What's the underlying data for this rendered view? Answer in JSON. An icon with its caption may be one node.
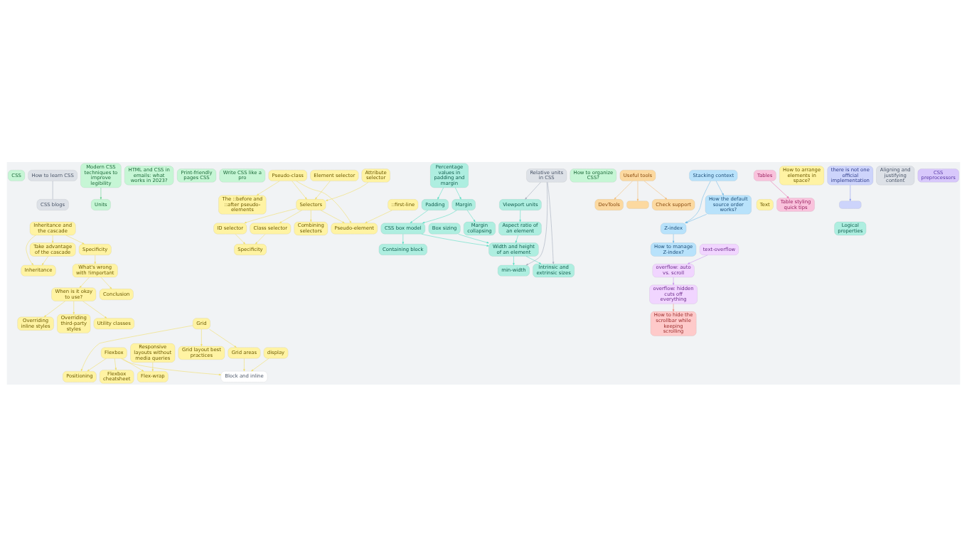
{
  "diagram": {
    "nodes": [
      {
        "text": [
          "CSS"
        ]
      },
      {
        "text": [
          "How to learn CSS"
        ]
      },
      {
        "text": [
          "CSS blogs"
        ]
      },
      {
        "text": [
          "Modern CSS techniques to improve legibility"
        ]
      },
      {
        "text": [
          "Units"
        ]
      },
      {
        "text": [
          "HTML and CSS in emails: what works in 2023?"
        ]
      },
      {
        "text": [
          "Print-friendly pages CSS"
        ]
      },
      {
        "text": [
          "Write CSS like a pro"
        ]
      },
      {
        "text": [
          "How to organize CSS?"
        ]
      },
      {
        "text": [
          "Useful tools"
        ]
      },
      {
        "text": [
          "DevTools"
        ]
      },
      {
        "text": [],
        "shape": "box"
      },
      {
        "text": [
          "Check support"
        ]
      },
      {
        "text": [
          "Inheritance and the cascade"
        ]
      },
      {
        "text": [
          "Take advantage of the cascade"
        ]
      },
      {
        "text": [
          "Inheritance"
        ]
      },
      {
        "text": [
          "Specificity"
        ]
      },
      {
        "text": [
          "What's wrong with !important"
        ]
      },
      {
        "text": [
          "When is it okay to use?"
        ]
      },
      {
        "text": [
          "Overriding inline styles"
        ]
      },
      {
        "text": [
          "Overriding third-party styles"
        ]
      },
      {
        "text": [
          "Utility classes"
        ]
      },
      {
        "text": [
          "Conclusion"
        ]
      },
      {
        "text": [
          "The ::before and ::after pseudo-elements"
        ]
      },
      {
        "text": [
          "Pseudo-class"
        ]
      },
      {
        "text": [
          "Element selector"
        ]
      },
      {
        "text": [
          "Selectors"
        ]
      },
      {
        "text": [
          "ID selector"
        ]
      },
      {
        "text": [
          "Specificity"
        ]
      },
      {
        "text": [
          "Class selector"
        ]
      },
      {
        "text": [
          "Attribute selector"
        ]
      },
      {
        "text": [
          "Combining selectors"
        ]
      },
      {
        "text": [
          "::first-line"
        ]
      },
      {
        "text": [
          "Pseudo-element"
        ]
      },
      {
        "text": [
          "Z-index"
        ]
      },
      {
        "text": [
          "Stacking context"
        ]
      },
      {
        "text": [
          "How to manage Z-index?"
        ]
      },
      {
        "text": [
          "How the default source order works?"
        ]
      },
      {
        "text": [
          "Text"
        ]
      },
      {
        "text": [
          "How to arrange elements in space?"
        ]
      },
      {
        "text": [
          "Flexbox cheatsheet"
        ]
      },
      {
        "text": [
          "Flexbox"
        ]
      },
      {
        "text": [
          "Positioning"
        ]
      },
      {
        "text": [
          "Grid"
        ]
      },
      {
        "text": [
          "Flex-wrap"
        ]
      },
      {
        "text": [
          "Responsive layouts without media queries"
        ]
      },
      {
        "text": [
          "Block and inline"
        ]
      },
      {
        "text": [
          "Grid areas"
        ]
      },
      {
        "text": [
          "Grid layout best practices"
        ]
      },
      {
        "text": [
          "display"
        ]
      },
      {
        "text": [
          "CSS box model"
        ]
      },
      {
        "text": [
          "Containing block"
        ]
      },
      {
        "text": [
          "Padding"
        ]
      },
      {
        "text": [
          "Margin"
        ]
      },
      {
        "text": [
          "Width and height of an element"
        ]
      },
      {
        "text": [
          "min-width"
        ]
      },
      {
        "text": [
          "Intrinsic and extrinsic sizes"
        ]
      },
      {
        "text": [
          "Box sizing"
        ]
      },
      {
        "text": [
          "Percentage values in padding and margin"
        ]
      },
      {
        "text": [
          "Margin collapsing"
        ]
      },
      {
        "text": [
          "Aspect ratio of an element"
        ]
      },
      {
        "text": [
          "Viewport units"
        ]
      },
      {
        "text": [
          "Relative units in CSS"
        ]
      },
      {
        "text": [
          "Logical properties"
        ]
      },
      {
        "text": [
          "Aligning and justifying content"
        ]
      },
      {
        "text": [
          "overflow: auto vs. scroll"
        ]
      },
      {
        "text": [
          "overflow: hidden cuts off everything"
        ]
      },
      {
        "text": [
          "How to hide the scrollbar while keeping scrolling"
        ]
      },
      {
        "text": [
          "text-overflow"
        ]
      },
      {
        "text": [
          "CSS preprocessors"
        ]
      },
      {
        "text": [
          "Tables"
        ]
      },
      {
        "text": [
          "Table styling quick tips"
        ]
      },
      {
        "text": [],
        "shape": "box"
      },
      {
        "text": [
          "there is not one official implementation"
        ]
      }
    ],
    "edges": [
      {
        "from": 1,
        "to": 2,
        "arrow": "none",
        "color": "#a0a8b8"
      },
      {
        "from": 3,
        "to": 4,
        "arrow": "to",
        "color": "#5fd08a"
      },
      {
        "from": 9,
        "to": 10,
        "arrow": "to",
        "color": "#f5b86a"
      },
      {
        "from": 9,
        "to": 11,
        "arrow": "to",
        "color": "#f5b86a"
      },
      {
        "from": 9,
        "to": 12,
        "arrow": "to",
        "color": "#f5b86a"
      },
      {
        "from": 13,
        "to": 14,
        "arrow": "to"
      },
      {
        "from": 13,
        "to": 15,
        "arrow": "to"
      },
      {
        "from": 14,
        "to": 15,
        "arrow": "to"
      },
      {
        "from": 13,
        "to": 16,
        "arrow": "to"
      },
      {
        "from": 16,
        "to": 17,
        "arrow": "to"
      },
      {
        "from": 17,
        "to": 18,
        "arrow": "to"
      },
      {
        "from": 17,
        "to": 22,
        "arrow": "to"
      },
      {
        "from": 18,
        "to": 19,
        "arrow": "to"
      },
      {
        "from": 18,
        "to": 20,
        "arrow": "to"
      },
      {
        "from": 18,
        "to": 21,
        "arrow": "to"
      },
      {
        "from": 24,
        "to": 23,
        "arrow": "to"
      },
      {
        "from": 24,
        "to": 26,
        "arrow": "to"
      },
      {
        "from": 25,
        "to": 26,
        "arrow": "to"
      },
      {
        "from": 26,
        "to": 27,
        "arrow": "to"
      },
      {
        "from": 27,
        "to": 28,
        "arrow": "to"
      },
      {
        "from": 29,
        "to": 28,
        "arrow": "to"
      },
      {
        "from": 26,
        "to": 29,
        "arrow": "to"
      },
      {
        "from": 30,
        "to": 26,
        "arrow": "to"
      },
      {
        "from": 26,
        "to": 31,
        "arrow": "to"
      },
      {
        "from": 26,
        "to": 33,
        "arrow": "to"
      },
      {
        "from": 24,
        "to": 33,
        "arrow": "to"
      },
      {
        "from": 32,
        "to": 33,
        "arrow": "to"
      },
      {
        "from": 35,
        "to": 34,
        "arrow": "to",
        "color": "#6cb8e6"
      },
      {
        "from": 34,
        "to": 36,
        "arrow": "to",
        "color": "#6cb8e6"
      },
      {
        "from": 37,
        "to": 34,
        "arrow": "to",
        "color": "#6cb8e6"
      },
      {
        "from": 35,
        "to": 37,
        "arrow": "to",
        "color": "#6cb8e6"
      },
      {
        "from": 41,
        "to": 40,
        "arrow": "to"
      },
      {
        "from": 41,
        "to": 42,
        "arrow": "to"
      },
      {
        "from": 43,
        "to": 42,
        "arrow": "to"
      },
      {
        "from": 41,
        "to": 44,
        "arrow": "to"
      },
      {
        "from": 45,
        "to": 44,
        "arrow": "to"
      },
      {
        "from": 41,
        "to": 46,
        "arrow": "to"
      },
      {
        "from": 43,
        "to": 47,
        "arrow": "to"
      },
      {
        "from": 47,
        "to": 46,
        "arrow": "to"
      },
      {
        "from": 43,
        "to": 48,
        "arrow": "to"
      },
      {
        "from": 49,
        "to": 46,
        "arrow": "to"
      },
      {
        "from": 50,
        "to": 51,
        "arrow": "to",
        "color": "#4fdcc0"
      },
      {
        "from": 52,
        "to": 50,
        "arrow": "to",
        "color": "#4fdcc0"
      },
      {
        "from": 53,
        "to": 50,
        "arrow": "to",
        "color": "#4fdcc0"
      },
      {
        "from": 50,
        "to": 54,
        "arrow": "to",
        "color": "#4fdcc0"
      },
      {
        "from": 58,
        "to": 52,
        "arrow": "to",
        "color": "#4fdcc0"
      },
      {
        "from": 58,
        "to": 53,
        "arrow": "to",
        "color": "#4fdcc0"
      },
      {
        "from": 53,
        "to": 59,
        "arrow": "to",
        "color": "#4fdcc0"
      },
      {
        "from": 54,
        "to": 55,
        "arrow": "to",
        "color": "#4fdcc0"
      },
      {
        "from": 54,
        "to": 56,
        "arrow": "to",
        "color": "#4fdcc0"
      },
      {
        "from": 57,
        "to": 54,
        "arrow": "to",
        "color": "#4fdcc0"
      },
      {
        "from": 60,
        "to": 54,
        "arrow": "to",
        "color": "#4fdcc0"
      },
      {
        "from": 61,
        "to": 60,
        "arrow": "to",
        "color": "#4fdcc0"
      },
      {
        "from": 62,
        "to": 61,
        "arrow": "to",
        "color": "#a0a8b8"
      },
      {
        "from": 62,
        "to": 55,
        "arrow": "to",
        "color": "#a0a8b8"
      },
      {
        "from": 62,
        "to": 56,
        "arrow": "to",
        "color": "#a0a8b8"
      },
      {
        "from": 65,
        "to": 66,
        "arrow": "to",
        "color": "#c98ef0"
      },
      {
        "from": 66,
        "to": 67,
        "arrow": "to",
        "color": "#f08a7a"
      },
      {
        "from": 68,
        "to": 65,
        "arrow": "to",
        "color": "#c98ef0"
      },
      {
        "from": 70,
        "to": 71,
        "arrow": "to",
        "color": "#e866a8"
      },
      {
        "from": 73,
        "to": 72,
        "arrow": "to",
        "color": "#8896f0"
      }
    ]
  }
}
